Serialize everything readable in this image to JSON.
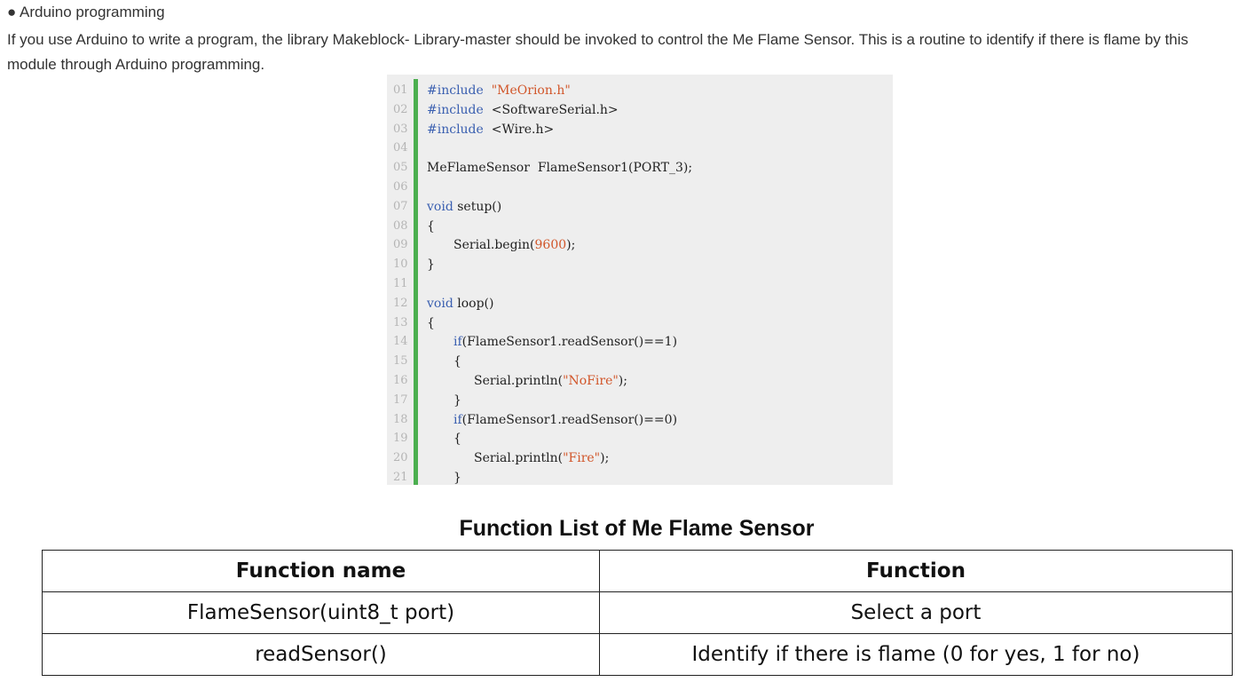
{
  "heading": "● Arduino programming",
  "paragraph": "If you use Arduino to write a program, the library Makeblock- Library-master should be invoked to control the Me Flame Sensor. This is a routine to identify if there is flame by this module through Arduino programming.",
  "code": {
    "lines": [
      {
        "n": "01",
        "indent": 0,
        "parts": [
          {
            "t": "#include",
            "c": "kw"
          },
          {
            "t": "  "
          },
          {
            "t": "\"MeOrion.h\"",
            "c": "str"
          }
        ]
      },
      {
        "n": "02",
        "indent": 0,
        "parts": [
          {
            "t": "#include",
            "c": "kw"
          },
          {
            "t": "  <SoftwareSerial.h>"
          }
        ]
      },
      {
        "n": "03",
        "indent": 0,
        "parts": [
          {
            "t": "#include",
            "c": "kw"
          },
          {
            "t": "  <Wire.h>"
          }
        ]
      },
      {
        "n": "04",
        "indent": 0,
        "parts": []
      },
      {
        "n": "05",
        "indent": 0,
        "parts": [
          {
            "t": "MeFlameSensor  FlameSensor1(PORT_3);"
          }
        ]
      },
      {
        "n": "06",
        "indent": 0,
        "parts": []
      },
      {
        "n": "07",
        "indent": 0,
        "parts": [
          {
            "t": "void",
            "c": "kw"
          },
          {
            "t": " setup()"
          }
        ]
      },
      {
        "n": "08",
        "indent": 0,
        "parts": [
          {
            "t": "{"
          }
        ]
      },
      {
        "n": "09",
        "indent": 1,
        "parts": [
          {
            "t": "Serial.begin("
          },
          {
            "t": "9600",
            "c": "num"
          },
          {
            "t": ");"
          }
        ]
      },
      {
        "n": "10",
        "indent": 0,
        "parts": [
          {
            "t": "}"
          }
        ]
      },
      {
        "n": "11",
        "indent": 0,
        "parts": []
      },
      {
        "n": "12",
        "indent": 0,
        "parts": [
          {
            "t": "void",
            "c": "kw"
          },
          {
            "t": " loop()"
          }
        ]
      },
      {
        "n": "13",
        "indent": 0,
        "parts": [
          {
            "t": "{"
          }
        ]
      },
      {
        "n": "14",
        "indent": 1,
        "parts": [
          {
            "t": "if",
            "c": "kw"
          },
          {
            "t": "(FlameSensor1.readSensor()==1)"
          }
        ]
      },
      {
        "n": "15",
        "indent": 1,
        "parts": [
          {
            "t": "{"
          }
        ]
      },
      {
        "n": "16",
        "indent": 2,
        "parts": [
          {
            "t": "Serial.println("
          },
          {
            "t": "\"NoFire\"",
            "c": "str"
          },
          {
            "t": ");"
          }
        ]
      },
      {
        "n": "17",
        "indent": 1,
        "parts": [
          {
            "t": "}"
          }
        ]
      },
      {
        "n": "18",
        "indent": 1,
        "parts": [
          {
            "t": "if",
            "c": "kw"
          },
          {
            "t": "(FlameSensor1.readSensor()==0)"
          }
        ]
      },
      {
        "n": "19",
        "indent": 1,
        "parts": [
          {
            "t": "{"
          }
        ]
      },
      {
        "n": "20",
        "indent": 2,
        "parts": [
          {
            "t": "Serial.println("
          },
          {
            "t": "\"Fire\"",
            "c": "str"
          },
          {
            "t": ");"
          }
        ]
      },
      {
        "n": "21",
        "indent": 1,
        "parts": [
          {
            "t": "}"
          }
        ]
      }
    ]
  },
  "table": {
    "title": "Function List of Me Flame Sensor",
    "headers": [
      "Function name",
      "Function"
    ],
    "rows": [
      [
        "FlameSensor(uint8_t port)",
        "Select a port"
      ],
      [
        "readSensor()",
        "Identify if there is flame (0 for yes, 1 for no)"
      ]
    ]
  }
}
